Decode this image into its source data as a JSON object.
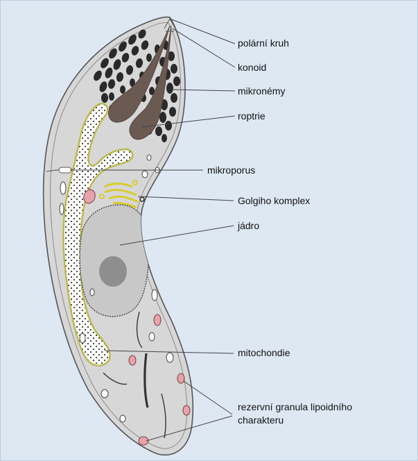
{
  "labels": {
    "polar_ring": "polární kruh",
    "conoid": "konoid",
    "micronemes": "mikronémy",
    "rhoptries": "roptrie",
    "micropore": "mikroporus",
    "golgi": "Golgiho komplex",
    "nucleus": "jádro",
    "mitochondrion": "mitochondie",
    "lipid_granules_line1": "rezervní granula lipoidního",
    "lipid_granules_line2": "charakteru"
  },
  "colors": {
    "background": "#dde8f3",
    "cell_fill": "#d7d7d7",
    "cell_outline": "#666666",
    "micronemes": "#2a2a2a",
    "rhoptries": "#6b5a52",
    "mitochondrion": "#f6f7c6",
    "golgi": "#f2e85a",
    "nucleus": "#c8c8c8",
    "nucleolus": "#8e8e8e",
    "lipid_granules": "#e7a3aa"
  }
}
